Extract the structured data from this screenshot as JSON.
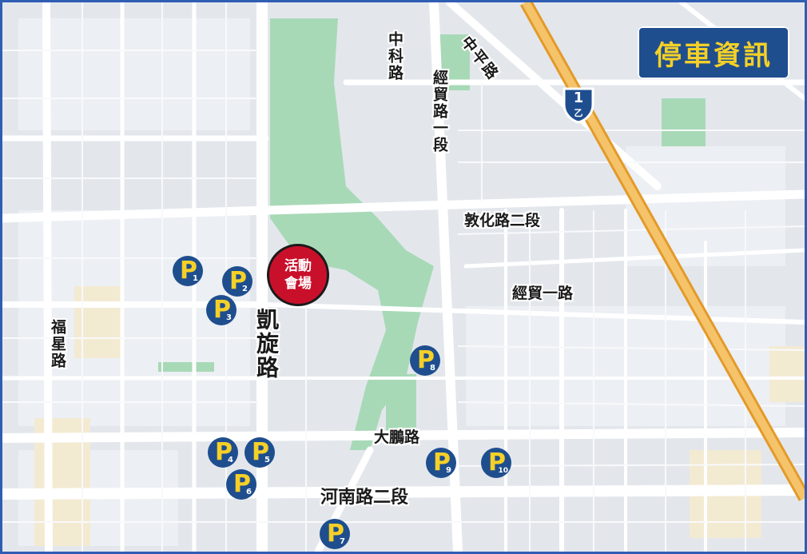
{
  "title": "停車資訊",
  "venue": {
    "line1": "活動",
    "line2": "會場"
  },
  "roads": {
    "zhongke": "中科路",
    "jingmao1": "經貿路一段",
    "zhongping": "中平路",
    "dunhua2": "敦化路二段",
    "jingmao_1": "經貿一路",
    "kaixuan": "凱旋路",
    "fuxing": "福星路",
    "dapeng": "大鵬路",
    "henan2": "河南路二段"
  },
  "highway": {
    "number": "1",
    "suffix": "乙"
  },
  "parking": {
    "letter": "P",
    "lots": [
      {
        "label": "1"
      },
      {
        "label": "2"
      },
      {
        "label": "3"
      },
      {
        "label": "4"
      },
      {
        "label": "5"
      },
      {
        "label": "6"
      },
      {
        "label": "7"
      },
      {
        "label": "8"
      },
      {
        "label": "9"
      },
      {
        "label": "10"
      }
    ]
  },
  "colors": {
    "parking_bg": "#1f4e8e",
    "parking_letter": "#f5d027",
    "venue": "#c9102b",
    "title_bg": "#1f4e8e",
    "title_text": "#f5d027",
    "park": "#a8d9b7",
    "highway": "#f2b34d"
  }
}
